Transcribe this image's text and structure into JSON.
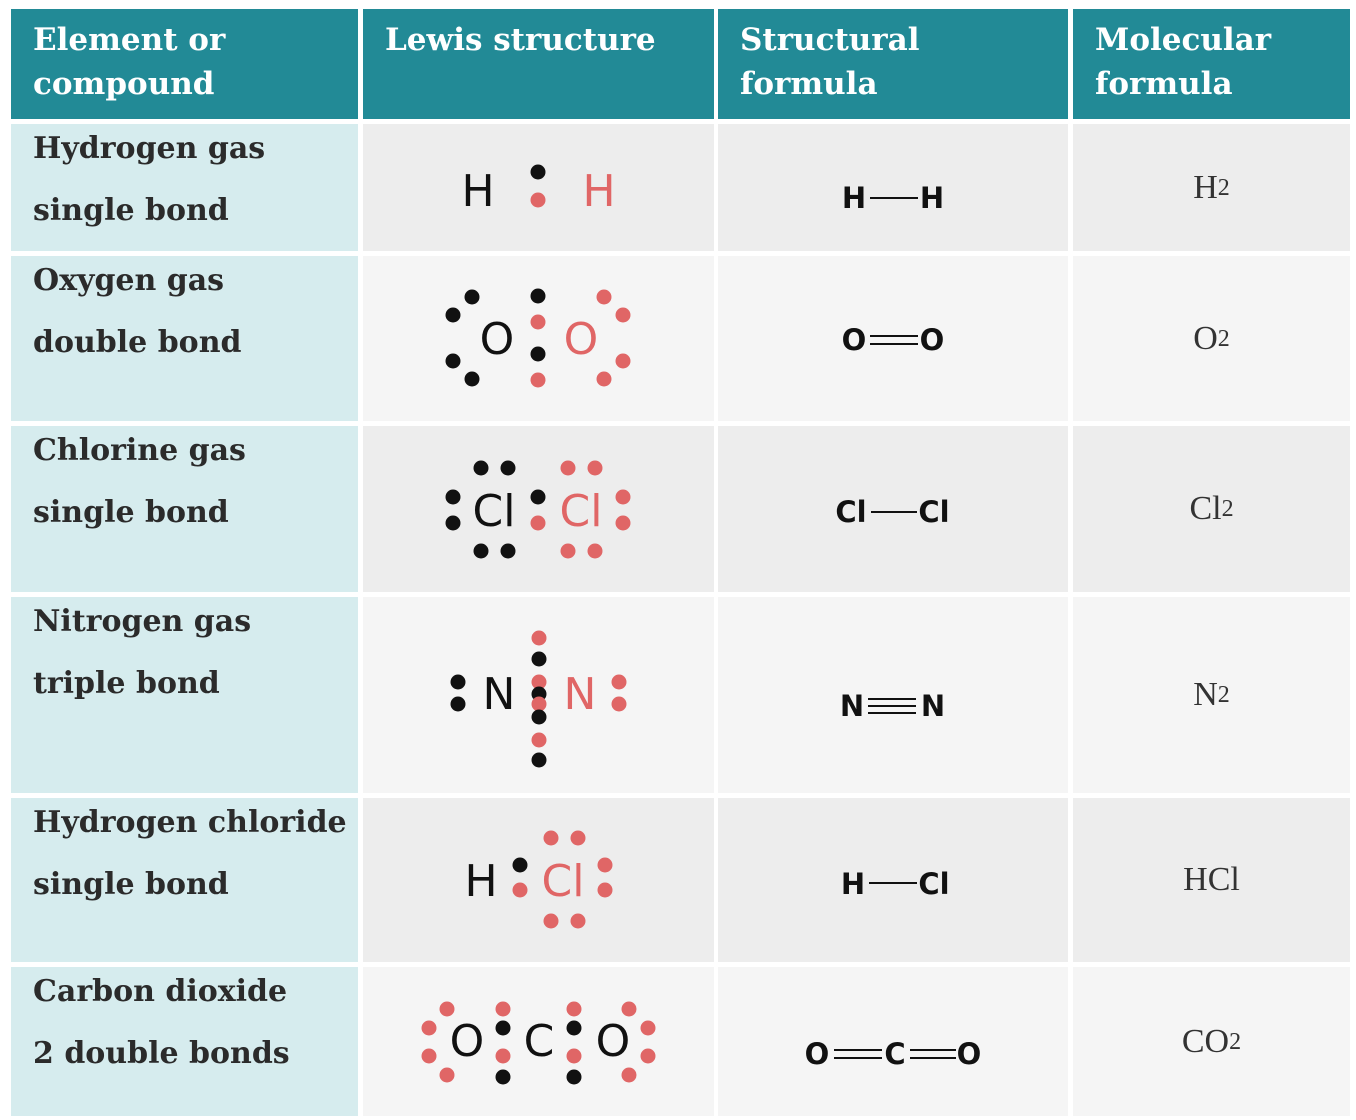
{
  "headers": [
    "Element or compound",
    "Lewis structure",
    "Structural formula",
    "Molecular formula"
  ],
  "rows": [
    {
      "name": "Hydrogen gas",
      "bond": "single bond",
      "structural": [
        "H",
        "H"
      ],
      "molecular": {
        "base": "H",
        "sub": "2"
      }
    },
    {
      "name": "Oxygen gas",
      "bond": "double bond",
      "structural": [
        "O",
        "O"
      ],
      "molecular": {
        "base": "O",
        "sub": "2"
      }
    },
    {
      "name": "Chlorine gas",
      "bond": "single bond",
      "structural": [
        "Cl",
        "Cl"
      ],
      "molecular": {
        "base": "Cl",
        "sub": "2"
      }
    },
    {
      "name": "Nitrogen gas",
      "bond": "triple bond",
      "structural": [
        "N",
        "N"
      ],
      "molecular": {
        "base": "N",
        "sub": "2"
      }
    },
    {
      "name": "Hydrogen chloride",
      "bond": "single bond",
      "structural": [
        "H",
        "Cl"
      ],
      "molecular": {
        "base": "HCl",
        "sub": ""
      }
    },
    {
      "name": "Carbon dioxide",
      "bond": "2 double bonds",
      "structural": [
        "O",
        "C",
        "O"
      ],
      "molecular": {
        "base": "CO",
        "sub": "2"
      }
    }
  ],
  "colors": {
    "header": "#228a96",
    "name_column": "#d6ecee",
    "electron_a": "#111111",
    "electron_b": "#e06666"
  }
}
